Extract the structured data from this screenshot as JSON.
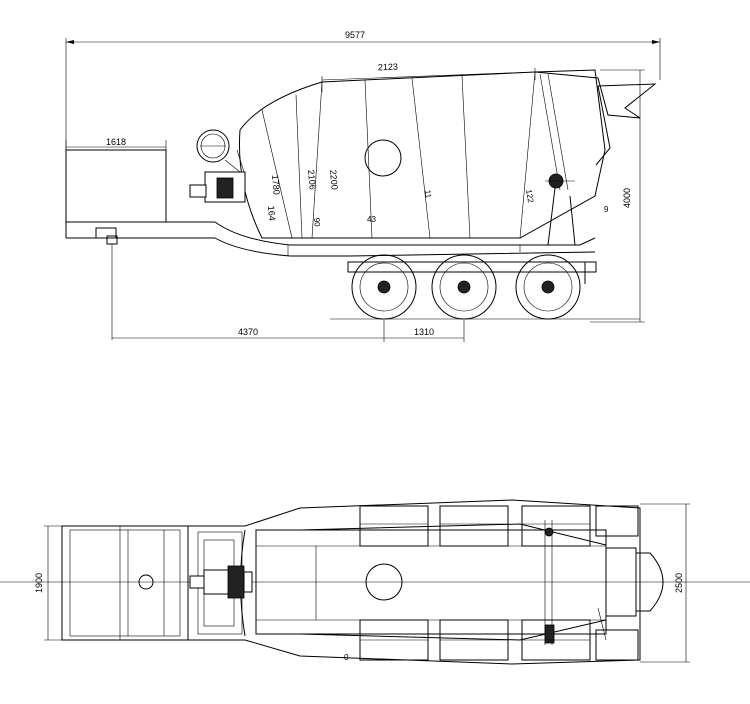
{
  "side_view": {
    "dimensions": {
      "overall_length": "9577",
      "drum_segment": "2123",
      "front_box_width": "1618",
      "height_total": "4000",
      "kingpin_to_axle": "4370",
      "axle_spacing": "1310",
      "d_2200": "2200",
      "d_2106": "2106",
      "d_1780": "1780",
      "d_164": "164",
      "d_90": "90",
      "d_43": "43",
      "d_11": "11",
      "d_122": "122",
      "d_9": "9"
    }
  },
  "top_view": {
    "dimensions": {
      "width_front": "1900",
      "width_rear": "2500",
      "d_0": "0"
    }
  },
  "colors": {
    "line": "#000000",
    "background": "#ffffff"
  }
}
